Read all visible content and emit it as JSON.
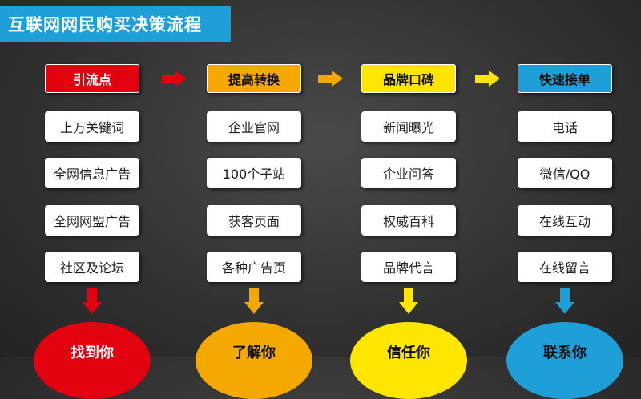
{
  "title": "互联网网民购买决策流程",
  "columns": [
    {
      "header": "引流点",
      "header_bg": "#e3000f",
      "header_color": "#ffffff",
      "items": [
        "上万关键词",
        "全网信息广告",
        "全网网盟广告",
        "社区及论坛"
      ],
      "arrow_color": "#e3000f",
      "result": "找到你",
      "result_bg": "#e3000f",
      "result_color": "#ffffff"
    },
    {
      "header": "提高转换",
      "header_bg": "#f5a800",
      "header_color": "#111111",
      "items": [
        "企业官网",
        "100个子站",
        "获客页面",
        "各种广告页"
      ],
      "arrow_color": "#f5a800",
      "result": "了解你",
      "result_bg": "#f5a800",
      "result_color": "#111111"
    },
    {
      "header": "品牌口碑",
      "header_bg": "#ffe600",
      "header_color": "#111111",
      "items": [
        "新闻曝光",
        "企业问答",
        "权威百科",
        "品牌代言"
      ],
      "arrow_color": "#ffe600",
      "result": "信任你",
      "result_bg": "#ffe600",
      "result_color": "#111111"
    },
    {
      "header": "快速接单",
      "header_bg": "#1f9fd8",
      "header_color": "#111111",
      "items": [
        "电话",
        "微信/QQ",
        "在线互动",
        "在线留言"
      ],
      "arrow_color": "#1f9fd8",
      "result": "联系你",
      "result_bg": "#1f9fd8",
      "result_color": "#111111"
    }
  ],
  "connector_colors": [
    "#e3000f",
    "#f5a800",
    "#ffe600"
  ]
}
